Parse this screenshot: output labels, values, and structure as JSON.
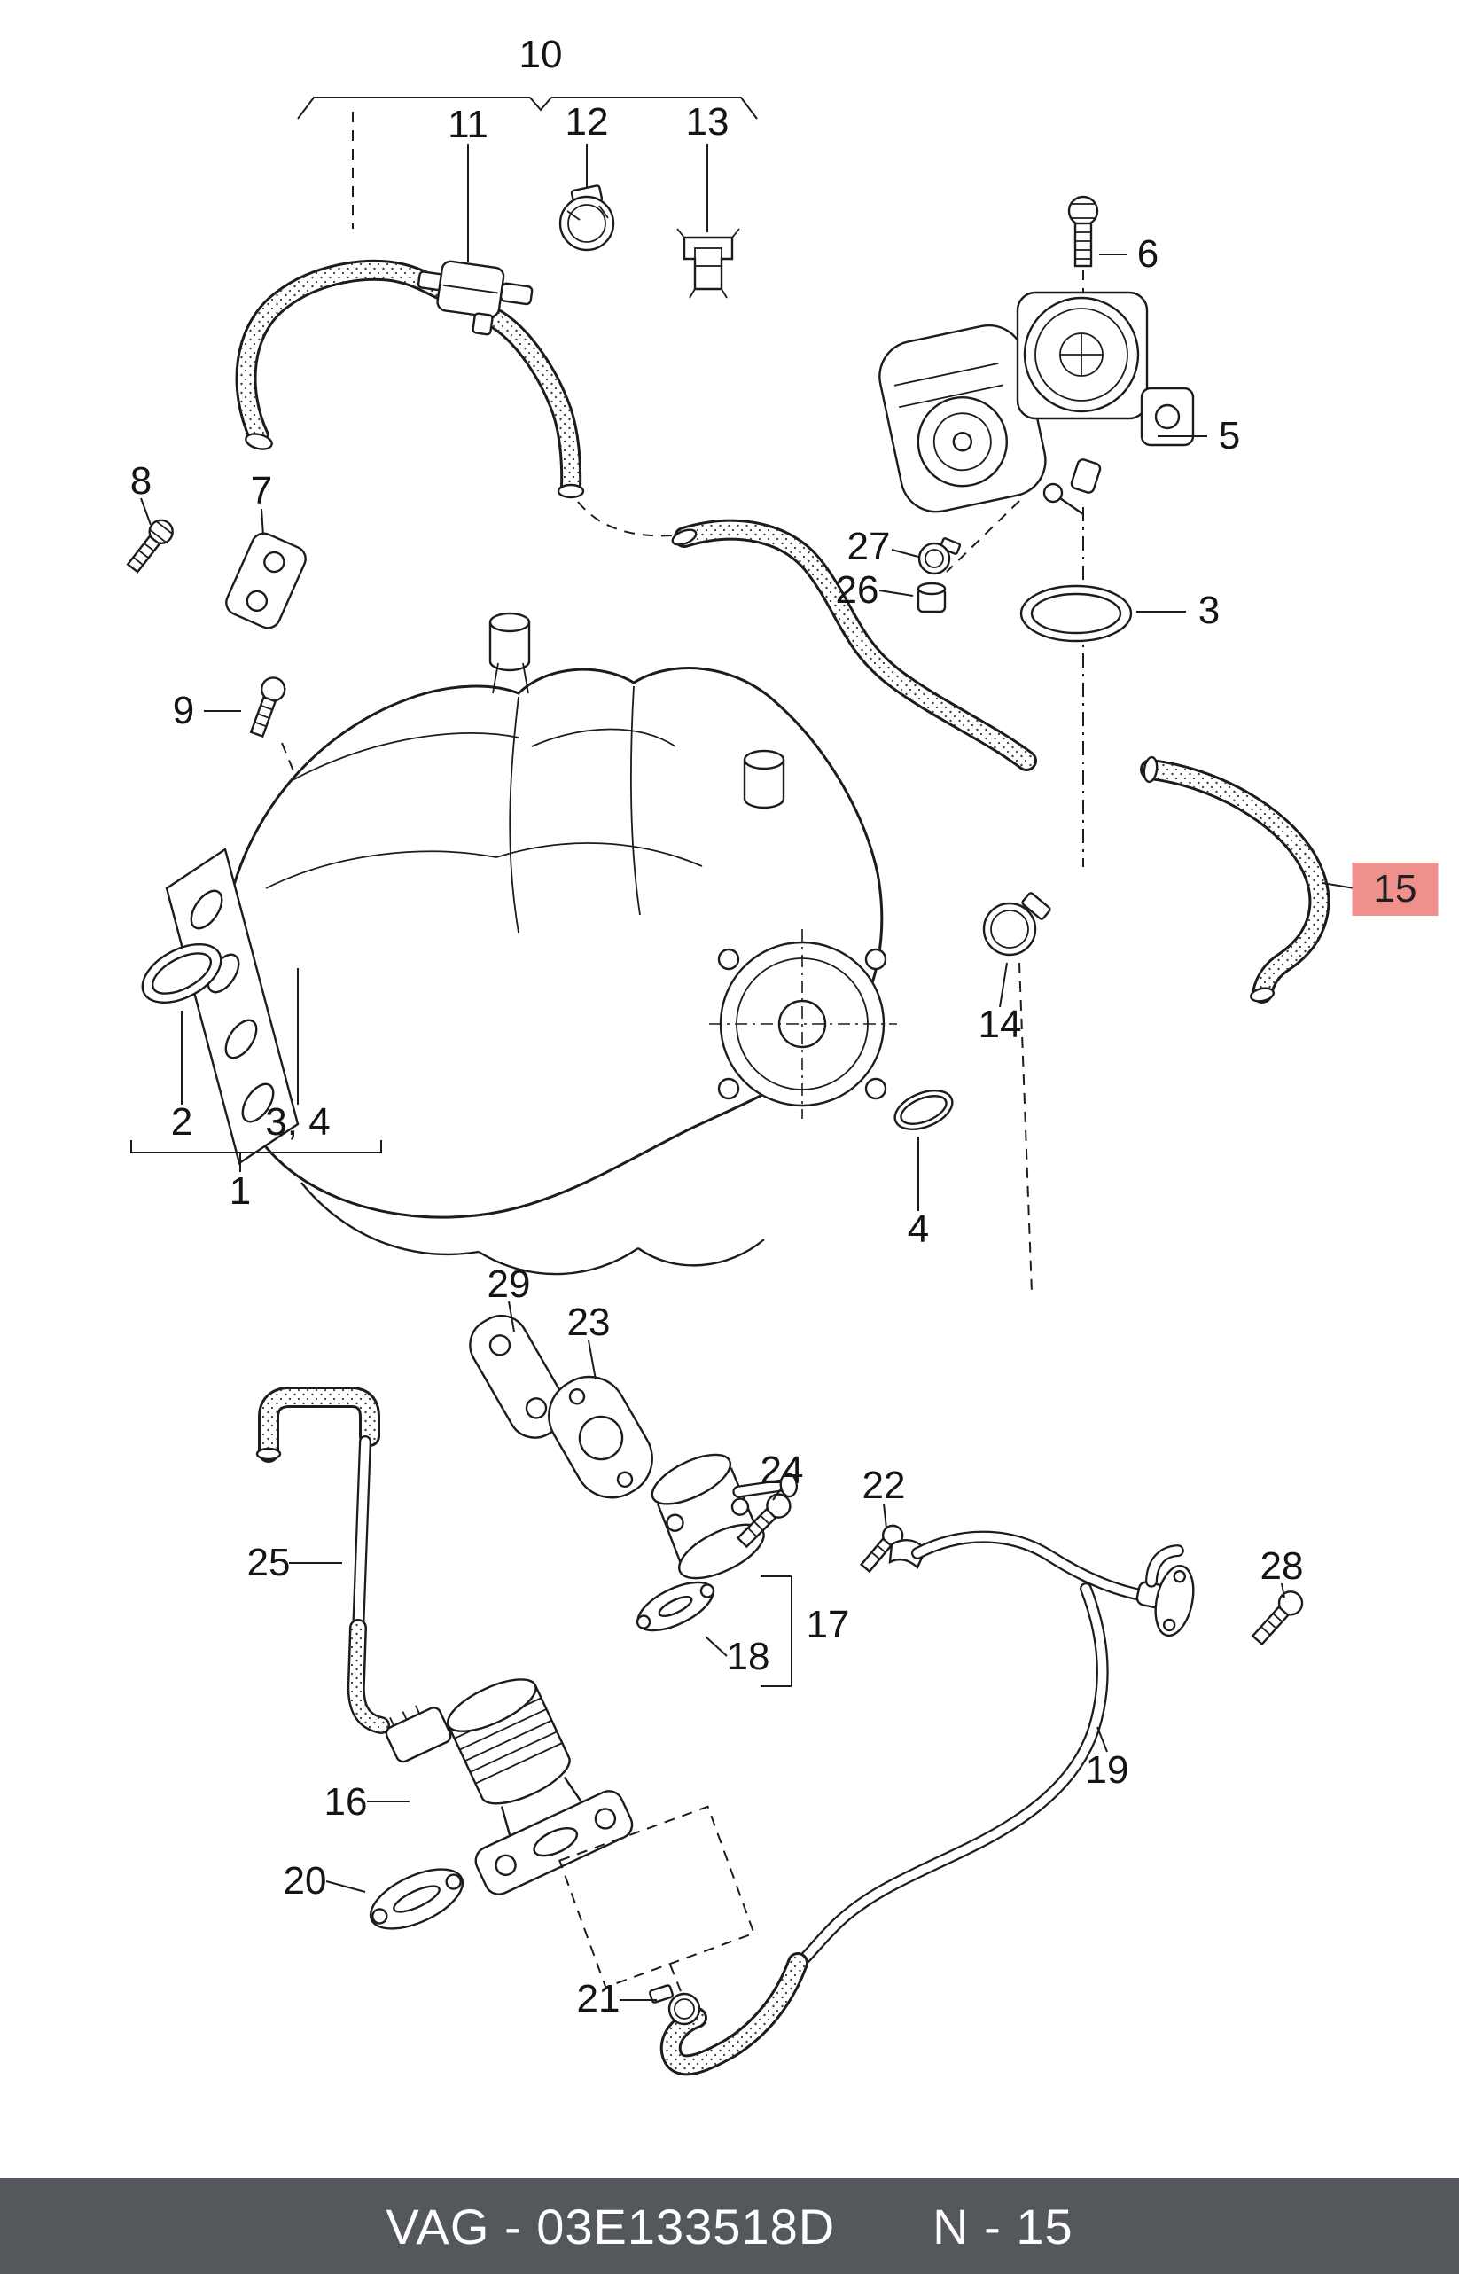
{
  "footer": {
    "part_code": "VAG - 03E133518D",
    "page_ref": "N - 15",
    "background_color": "#54575b",
    "text_color": "#ffffff"
  },
  "highlight": {
    "highlighted_part": "15",
    "color": "#f0908d"
  },
  "labels": {
    "p1": "1",
    "p2": "2",
    "p3": "3",
    "p3_4": "3, 4",
    "p4": "4",
    "p5": "5",
    "p6": "6",
    "p7": "7",
    "p8": "8",
    "p9": "9",
    "p10": "10",
    "p11": "11",
    "p12": "12",
    "p13": "13",
    "p14": "14",
    "p15": "15",
    "p16": "16",
    "p17": "17",
    "p18": "18",
    "p19": "19",
    "p20": "20",
    "p21": "21",
    "p22": "22",
    "p23": "23",
    "p24": "24",
    "p25": "25",
    "p26": "26",
    "p27": "27",
    "p28": "28",
    "p29": "29"
  }
}
